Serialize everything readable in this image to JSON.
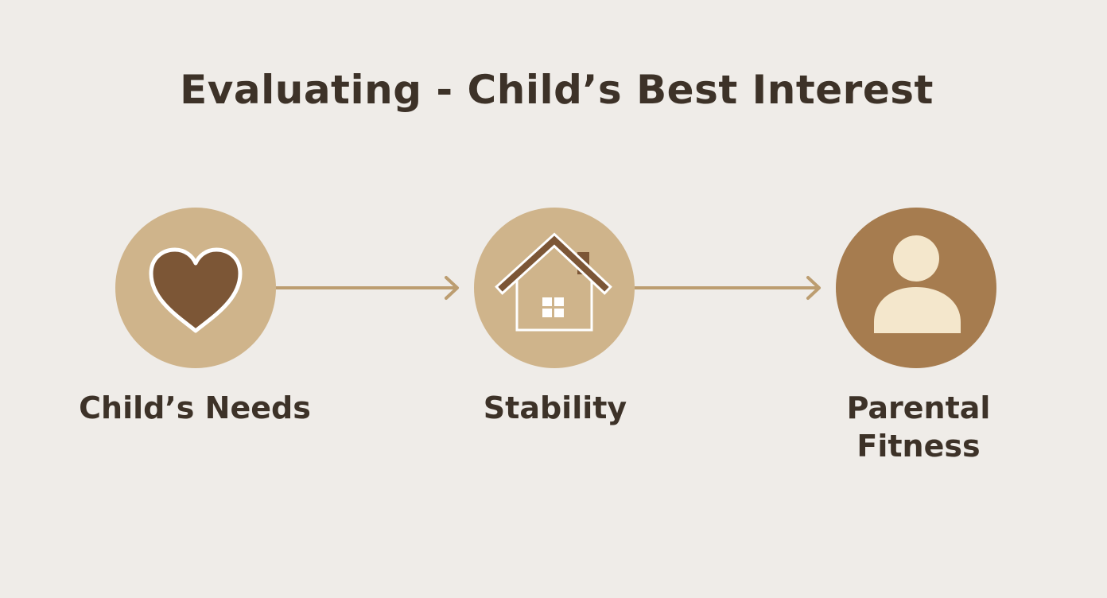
{
  "title": "Evaluating - Child’s Best Interest",
  "steps": [
    {
      "label": "Child’s Needs",
      "icon": "heart-icon"
    },
    {
      "label": "Stability",
      "icon": "house-icon"
    },
    {
      "label": "Parental Fitness",
      "icon": "person-icon"
    }
  ],
  "colors": {
    "background": "#efece8",
    "circle_light": "#cfb48b",
    "circle_dark": "#a67c4f",
    "icon_dark": "#7c5636",
    "icon_cream": "#f4e7cc",
    "arrow": "#bc9d70",
    "text": "#3d3228"
  }
}
